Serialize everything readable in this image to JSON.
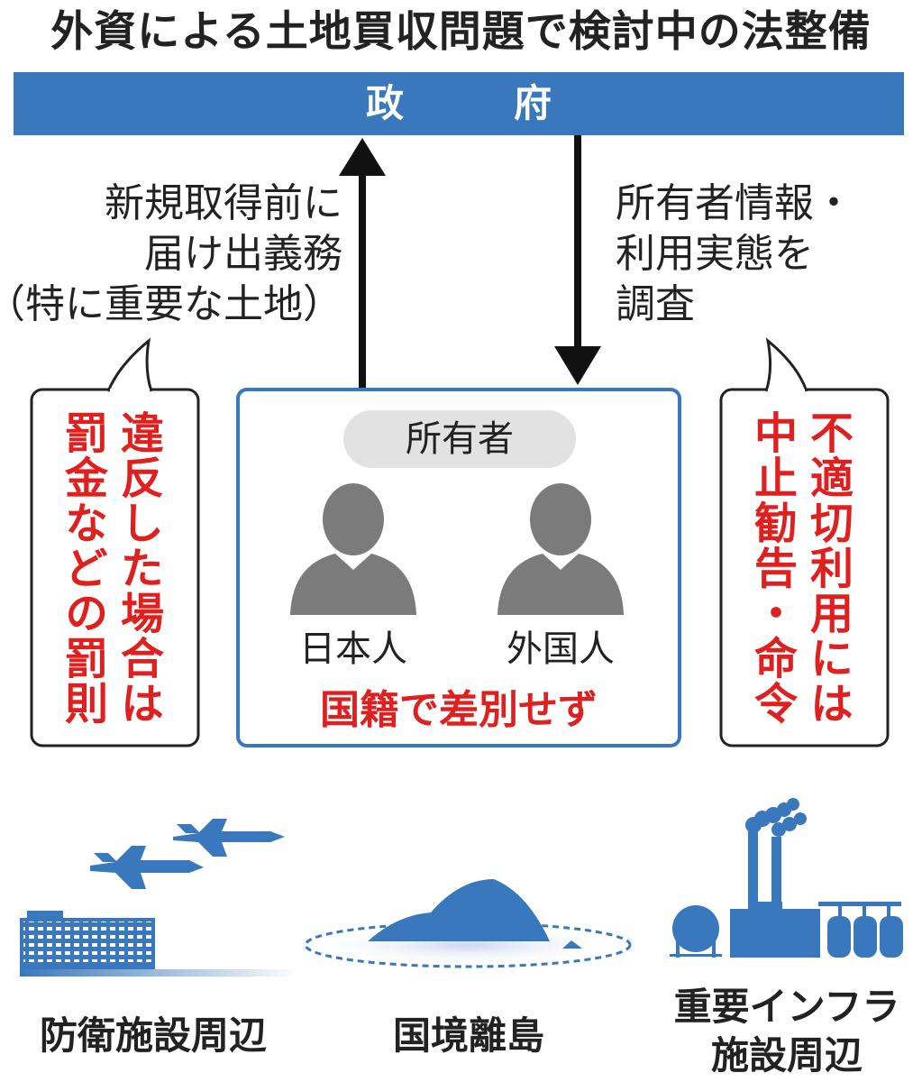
{
  "title": "外資による土地買収問題で検討中の法整備",
  "government": {
    "label": "政　府"
  },
  "left_note": {
    "lines": [
      "新規取得前に",
      "届け出義務",
      "（特に重要な土地）"
    ]
  },
  "right_note": {
    "lines": [
      "所有者情報・",
      "利用実態を",
      "調査"
    ]
  },
  "left_bubble": {
    "text": "違反した場合は罰金などの罰則"
  },
  "right_bubble": {
    "text": "不適切利用には中止勧告・命令"
  },
  "owners": {
    "label": "所有者",
    "japanese": "日本人",
    "foreigner": "外国人",
    "no_discrimination": "国籍で差別せず"
  },
  "areas": {
    "defense": "防衛施設周辺",
    "island": "国境離島",
    "infra_line1": "重要インフラ",
    "infra_line2": "施設周辺"
  },
  "colors": {
    "accent_blue": "#3a78bd",
    "warning_red": "#e01f1f",
    "silhouette_gray": "#7b7b7b",
    "pill_gray": "#e2e2e2"
  }
}
